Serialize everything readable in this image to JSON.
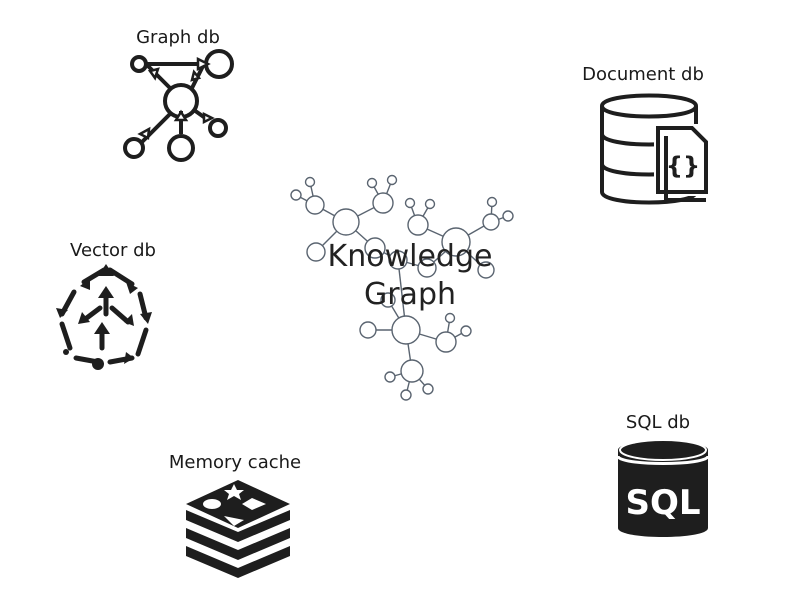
{
  "center": {
    "line1": "Knowledge",
    "line2": "Graph"
  },
  "nodes": {
    "graph_db": "Graph db",
    "document_db": "Document db",
    "vector_db": "Vector db",
    "sql_db": "SQL db",
    "memory_cache": "Memory cache"
  },
  "icons": {
    "graph_db": "graph-network-icon",
    "document_db": "database-document-icon",
    "vector_db": "vector-arrows-icon",
    "sql_db": "sql-database-icon",
    "memory_cache": "stacked-layers-icon",
    "center": "knowledge-graph-network-icon"
  },
  "sql_icon_text": "SQL",
  "document_icon_text": "{}",
  "colors": {
    "icon": "#1e1e1e",
    "network": "#5a6470"
  }
}
